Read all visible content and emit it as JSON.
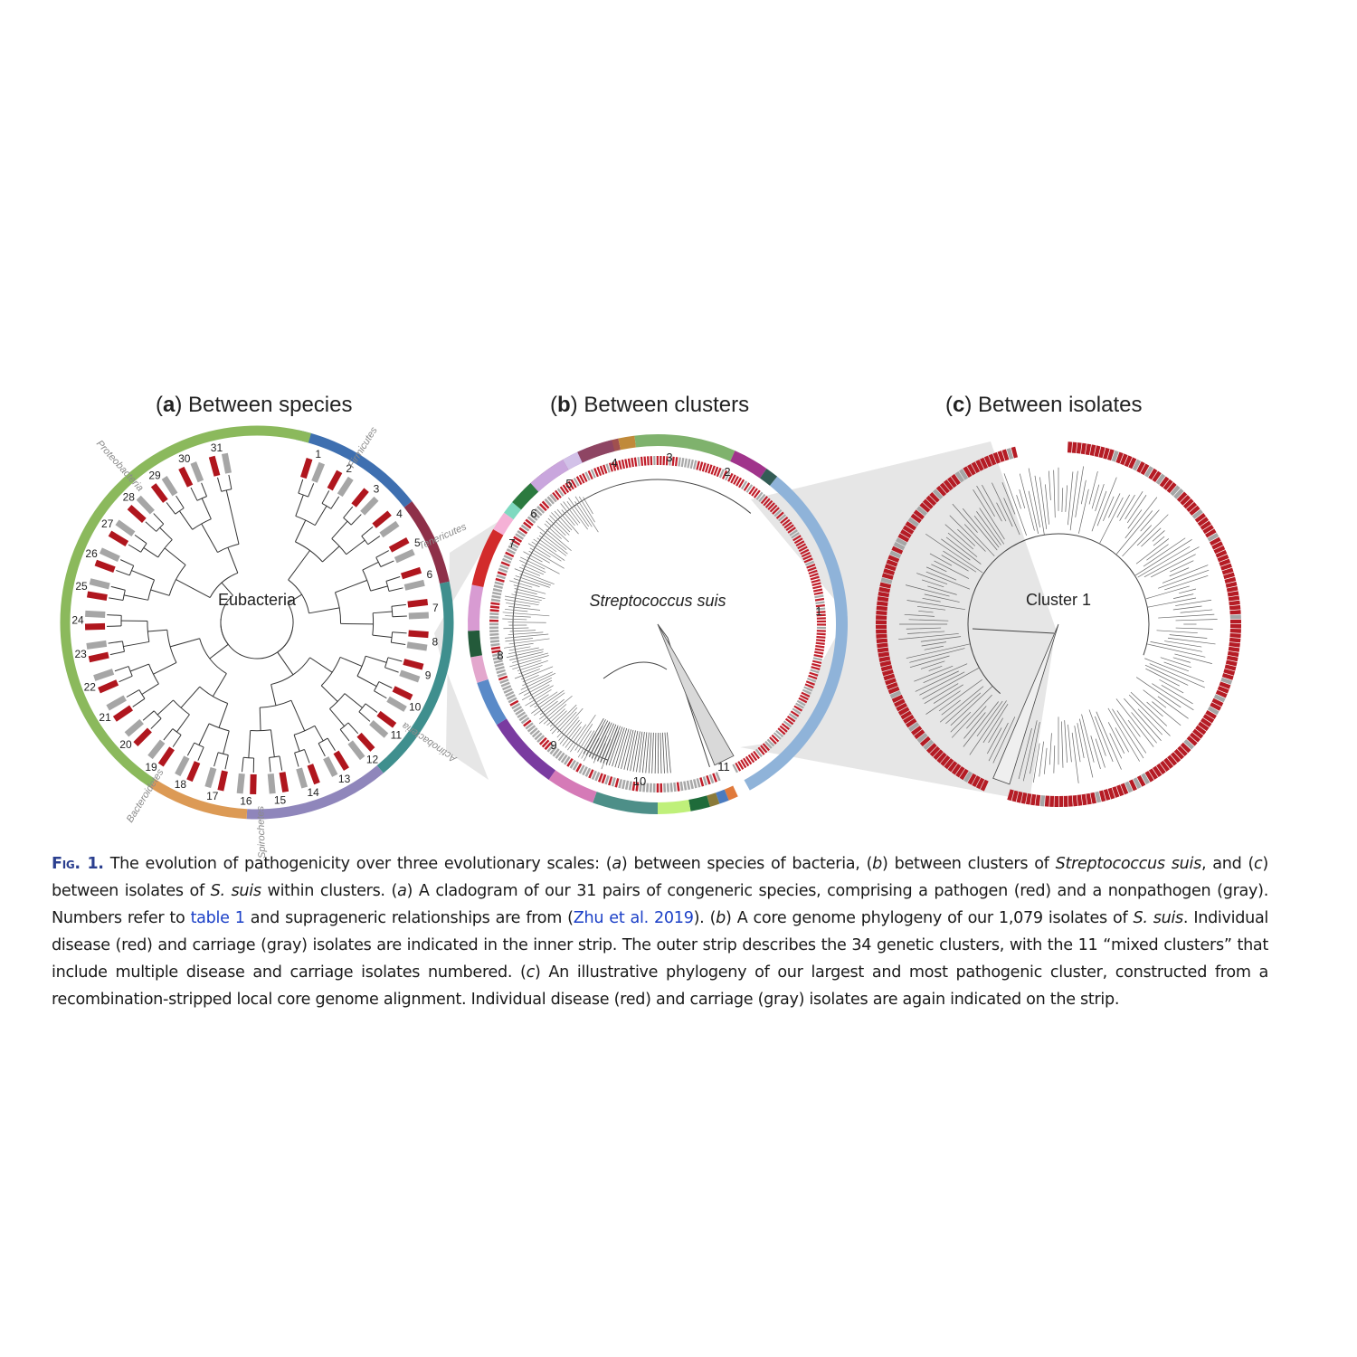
{
  "panels": [
    {
      "letter": "a",
      "title": "Between species",
      "center": "Eubacteria"
    },
    {
      "letter": "b",
      "title": "Between clusters",
      "center": "Streptococcus suis"
    },
    {
      "letter": "c",
      "title": "Between isolates",
      "center": "Cluster 1"
    }
  ],
  "panel_a": {
    "numbers": [
      "1",
      "2",
      "3",
      "4",
      "5",
      "6",
      "7",
      "8",
      "9",
      "10",
      "11",
      "12",
      "13",
      "14",
      "15",
      "16",
      "17",
      "18",
      "19",
      "20",
      "21",
      "22",
      "23",
      "24",
      "25",
      "26",
      "27",
      "28",
      "29",
      "30",
      "31"
    ],
    "phyla": [
      {
        "name": "Firmicutes",
        "color": "#3e6fb0"
      },
      {
        "name": "Tenericutes",
        "color": "#8e3049"
      },
      {
        "name": "Actinobacteria",
        "color": "#3f8f8e"
      },
      {
        "name": "Spirochetes",
        "color": "#8f86bb"
      },
      {
        "name": "Bacteroidetes",
        "color": "#dc9a55"
      },
      {
        "name": "Proteobacteria",
        "color": "#8bb95c"
      }
    ],
    "pathogen_color": "#b0161e",
    "nonpathogen_color": "#a6a6a6"
  },
  "panel_b": {
    "cluster_numbers": [
      "1",
      "2",
      "3",
      "4",
      "5",
      "6",
      "7",
      "8",
      "9",
      "10",
      "11"
    ],
    "main_cluster_color": "#8fb3d9"
  },
  "caption": {
    "fig_label": "Fig. 1.",
    "text_1": " The evolution of pathogenicity over three evolutionary scales: (",
    "i_a1": "a",
    "text_2": ") between species of bacteria, (",
    "i_b1": "b",
    "text_3": ") between clusters of ",
    "i_species": "Streptococcus suis",
    "text_4": ", and (",
    "i_c1": "c",
    "text_5": ") between isolates of ",
    "i_ssuis1": "S. suis",
    "text_6": " within clusters. (",
    "i_a2": "a",
    "text_7": ") A cladogram of our 31 pairs of congeneric species, comprising a pathogen (red) and a nonpathogen (gray). Numbers refer to ",
    "link_table": "table 1",
    "text_8": " and suprageneric relationships are from (",
    "link_ref": "Zhu et al. 2019",
    "text_9": "). (",
    "i_b2": "b",
    "text_10": ") A core genome phylogeny of our 1,079 isolates of ",
    "i_ssuis2": "S. suis",
    "text_11": ". Individual disease (red) and carriage (gray) isolates are indicated in the inner strip. The outer strip describes the 34 genetic clusters, with the 11 “mixed clusters” that include multiple disease and carriage isolates numbered. (",
    "i_c2": "c",
    "text_12": ") An illustrative phylogeny of our largest and most pathogenic cluster, constructed from a recombination-stripped local core genome alignment. Individual disease (red) and carriage (gray) isolates are again indicated on the strip."
  }
}
